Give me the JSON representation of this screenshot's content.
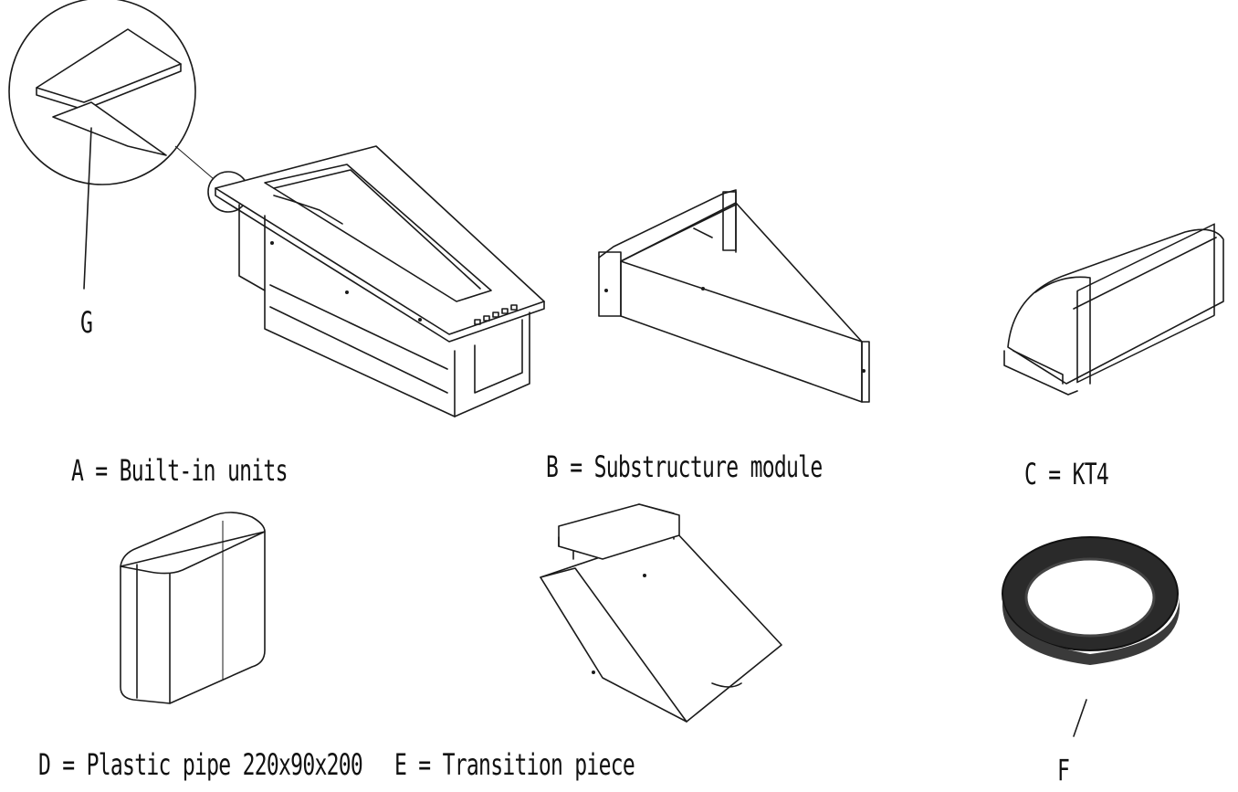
{
  "labels": {
    "a": "A = Built-in units",
    "b": "B = Substructure module",
    "c": "C = KT4",
    "d": "D = Plastic pipe 220x90x200",
    "e": "E = Transition piece",
    "f": "F",
    "g": "G"
  },
  "parts": [
    "built-in-unit",
    "substructure-module",
    "kt4-duct",
    "plastic-pipe",
    "transition-piece",
    "sealing-tape-roll",
    "gasket-detail"
  ],
  "colors": {
    "line": "#1a1a1a",
    "text": "#111111",
    "tape": "#2a2a2a",
    "background": "#ffffff"
  }
}
